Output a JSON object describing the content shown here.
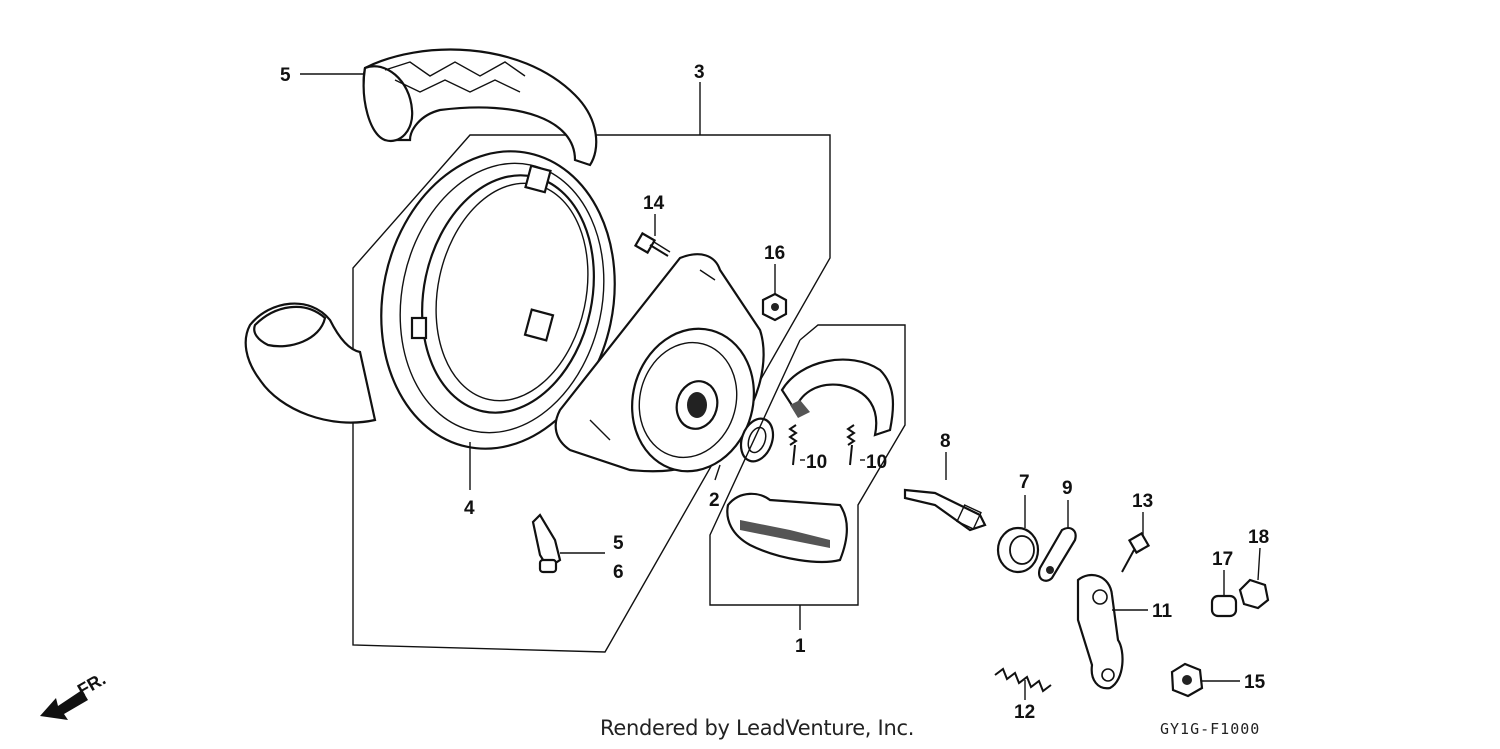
{
  "callouts": {
    "tire": "5",
    "wheel_assembly": "3",
    "rim": "4",
    "bolt_14": "14",
    "nut_16": "16",
    "brake_shoe_set": "1",
    "seal_2": "2",
    "spring_10a": "10",
    "spring_10b": "10",
    "valve_5": "5",
    "valve_6": "6",
    "cam_8": "8",
    "seal_7": "7",
    "indicator_9": "9",
    "bolt_13": "13",
    "arm_11": "11",
    "spring_12": "12",
    "nut_15": "15",
    "cap_17": "17",
    "nut_18": "18"
  },
  "direction_label": "FR.",
  "credit": "Rendered by LeadVenture, Inc.",
  "diagram_code": "GY1G-F1000"
}
